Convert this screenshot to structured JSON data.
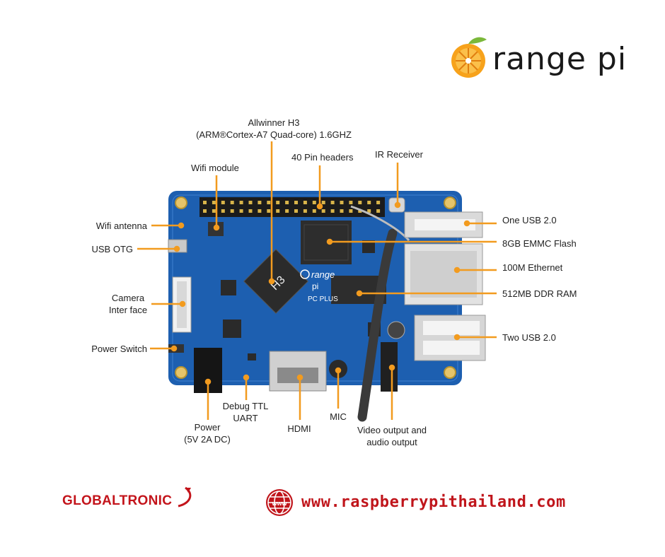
{
  "brand": {
    "logo_text": "range pi",
    "logo_color": "#f28c1c"
  },
  "board": {
    "silk_name": "range",
    "silk_model": "PC PLUS",
    "chip_label": "H3"
  },
  "labels": {
    "soc": "Allwinner H3\n(ARM®Cortex-A7 Quad-core) 1.6GHZ",
    "pin_headers": "40 Pin headers",
    "ir_receiver": "IR Receiver",
    "wifi_module": "Wifi module",
    "wifi_antenna": "Wifi antenna",
    "usb_otg": "USB OTG",
    "camera": "Camera\nInter face",
    "power_switch": "Power Switch",
    "power": "Power\n(5V 2A DC)",
    "debug_ttl": "Debug TTL\nUART",
    "hdmi": "HDMI",
    "mic": "MIC",
    "video_audio": "Video output and\naudio output",
    "one_usb": "One USB 2.0",
    "emmc": "8GB EMMC Flash",
    "ethernet": "100M Ethernet",
    "ddr": "512MB DDR RAM",
    "two_usb": "Two USB 2.0"
  },
  "footer": {
    "company": "GLOBALTRONIC",
    "website": "www.raspberrypithailand.com",
    "accent_color": "#c0151b"
  },
  "colors": {
    "pcb": "#1d5fb0",
    "leader": "#f29b1f"
  }
}
